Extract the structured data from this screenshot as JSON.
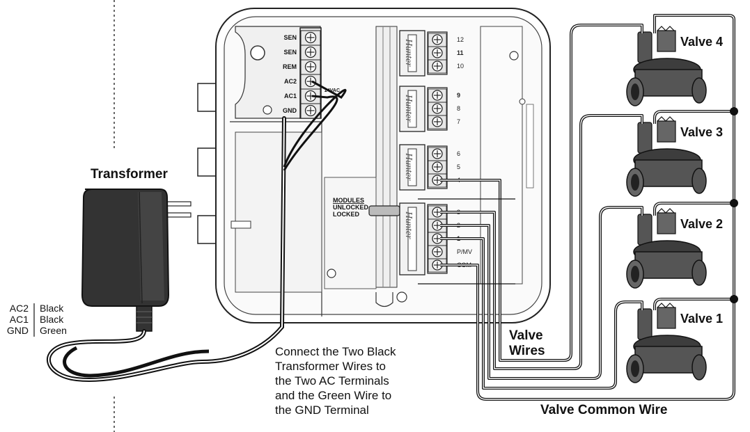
{
  "transformer": {
    "title": "Transformer",
    "legend": [
      {
        "terminal": "AC2",
        "color": "Black"
      },
      {
        "terminal": "AC1",
        "color": "Black"
      },
      {
        "terminal": "GND",
        "color": "Green"
      }
    ]
  },
  "controller": {
    "terminals": [
      "SEN",
      "SEN",
      "REM",
      "AC2",
      "AC1",
      "GND"
    ],
    "voltage_mark": "24VAC",
    "modules_label": "MODULES",
    "unlocked_label": "UNLOCKED",
    "locked_label": "LOCKED",
    "brand": "Hunter",
    "zone_groups": [
      [
        {
          "label": "12",
          "bold": false
        },
        {
          "label": "11",
          "bold": true
        },
        {
          "label": "10",
          "bold": false
        }
      ],
      [
        {
          "label": "9",
          "bold": true
        },
        {
          "label": "8",
          "bold": false
        },
        {
          "label": "7",
          "bold": false
        }
      ],
      [
        {
          "label": "6",
          "bold": false
        },
        {
          "label": "5",
          "bold": false
        },
        {
          "label": "4",
          "bold": false
        }
      ],
      [
        {
          "label": "3",
          "bold": false
        },
        {
          "label": "2",
          "bold": false
        },
        {
          "label": "1",
          "bold": true
        },
        {
          "label": "P/MV",
          "bold": false
        },
        {
          "label": "COM",
          "bold": false
        }
      ]
    ]
  },
  "instruction": [
    "Connect the Two Black",
    "Transformer Wires to",
    "the Two AC Terminals",
    "and the Green Wire to",
    "the GND Terminal"
  ],
  "valve_wires_label": [
    "Valve",
    "Wires"
  ],
  "common_wire_label": "Valve Common Wire",
  "valves": [
    "Valve 4",
    "Valve 3",
    "Valve 2",
    "Valve 1"
  ]
}
